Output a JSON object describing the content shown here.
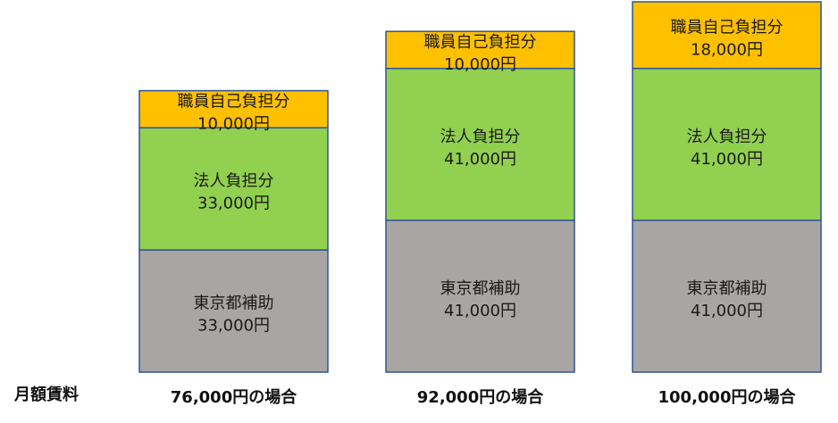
{
  "row_label": "月額賃料",
  "chart_data": {
    "type": "bar",
    "stacked": true,
    "title": "",
    "xlabel": "",
    "ylabel": "",
    "grid": false,
    "categories": [
      "76,000円の場合",
      "92,000円の場合",
      "100,000円の場合"
    ],
    "series": [
      {
        "name": "東京都補助",
        "color": "#A9A5A5",
        "values": [
          33000,
          41000,
          41000
        ],
        "labels": [
          "33,000円",
          "41,000円",
          "41,000円"
        ]
      },
      {
        "name": "法人負担分",
        "color": "#92D050",
        "values": [
          33000,
          41000,
          41000
        ],
        "labels": [
          "33,000円",
          "41,000円",
          "41,000円"
        ]
      },
      {
        "name": "職員自己負担分",
        "color": "#FFC000",
        "values": [
          10000,
          10000,
          18000
        ],
        "labels": [
          "10,000円",
          "10,000円",
          "18,000円"
        ]
      }
    ],
    "border_color": "#2F5597"
  }
}
